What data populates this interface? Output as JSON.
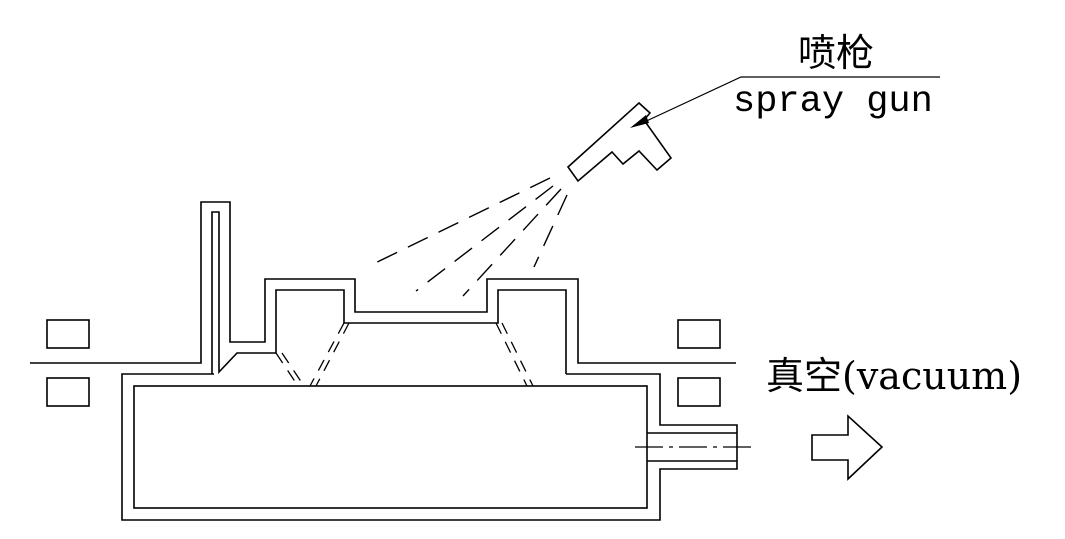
{
  "labels": {
    "spray_gun_cn": "喷枪",
    "spray_gun_en": "spray gun",
    "vacuum": "真空(vacuum)"
  },
  "colors": {
    "line": "#000000",
    "background": "#ffffff"
  }
}
